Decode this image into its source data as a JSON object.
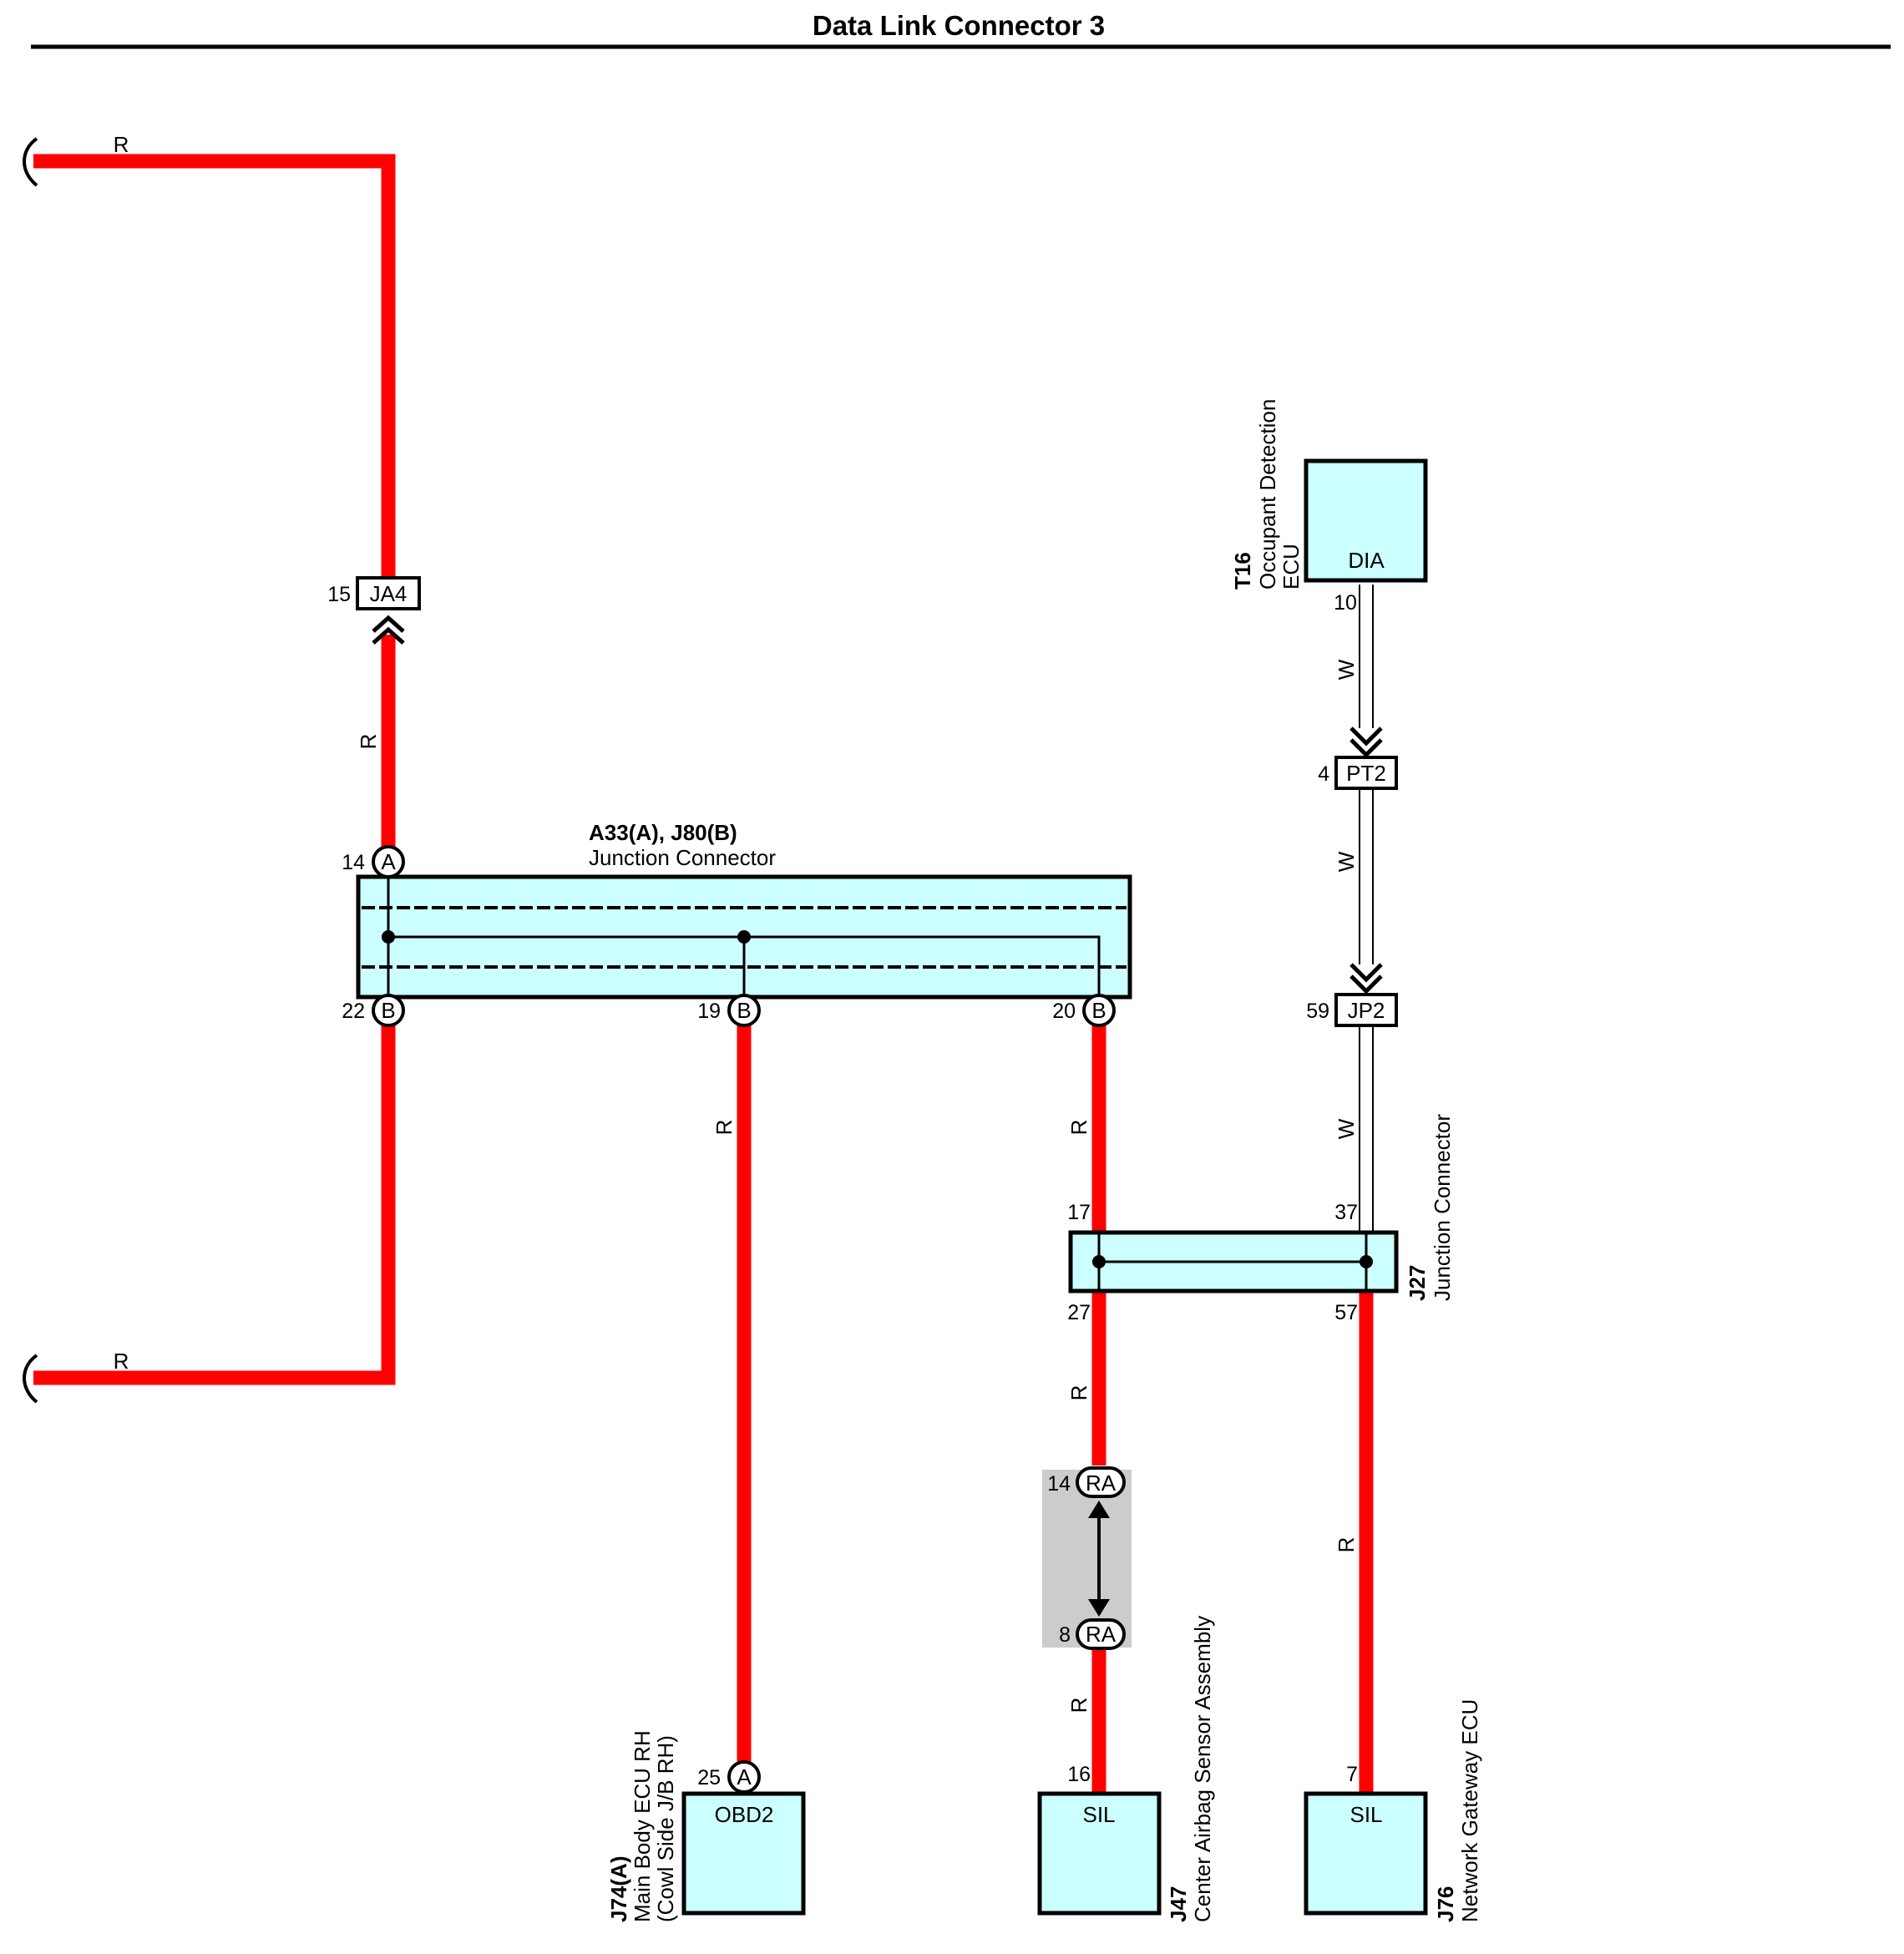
{
  "title": "Data Link Connector 3",
  "colors": {
    "red_wire": "#ff0000",
    "white_wire": "#ffffff",
    "component_fill": "#ccffff",
    "inline_connector_bg": "#cccccc"
  },
  "wire_codes": {
    "red": "R",
    "white": "W"
  },
  "connectors": {
    "ja4": {
      "code": "JA4",
      "pin": "15"
    },
    "pt2": {
      "code": "PT2",
      "pin": "4"
    },
    "jp2": {
      "code": "JP2",
      "pin": "59"
    },
    "ra_top": {
      "code": "RA",
      "pin": "14"
    },
    "ra_bottom": {
      "code": "RA",
      "pin": "8"
    }
  },
  "junction_a33": {
    "title": "A33(A), J80(B)",
    "subtitle": "Junction Connector",
    "pin_top": {
      "letter": "A",
      "pin": "14"
    },
    "pins_bottom": [
      {
        "letter": "B",
        "pin": "22"
      },
      {
        "letter": "B",
        "pin": "19"
      },
      {
        "letter": "B",
        "pin": "20"
      }
    ]
  },
  "junction_j27": {
    "code": "J27",
    "name": "Junction Connector",
    "pin_in_left": "17",
    "pin_in_right": "37",
    "pin_out_left": "27",
    "pin_out_right": "57"
  },
  "components": {
    "t16": {
      "code": "T16",
      "name_line1": "Occupant Detection",
      "name_line2": "ECU",
      "terminal": "DIA",
      "pin": "10"
    },
    "j74": {
      "code": "J74(A)",
      "name_line1": "Main Body ECU RH",
      "name_line2": "(Cowl Side J/B RH)",
      "terminal": "OBD2",
      "pin": "25",
      "pin_letter": "A"
    },
    "j47": {
      "code": "J47",
      "name": "Center Airbag Sensor Assembly",
      "terminal": "SIL",
      "pin": "16"
    },
    "j76": {
      "code": "J76",
      "name": "Network Gateway ECU",
      "terminal": "SIL",
      "pin": "7"
    }
  }
}
